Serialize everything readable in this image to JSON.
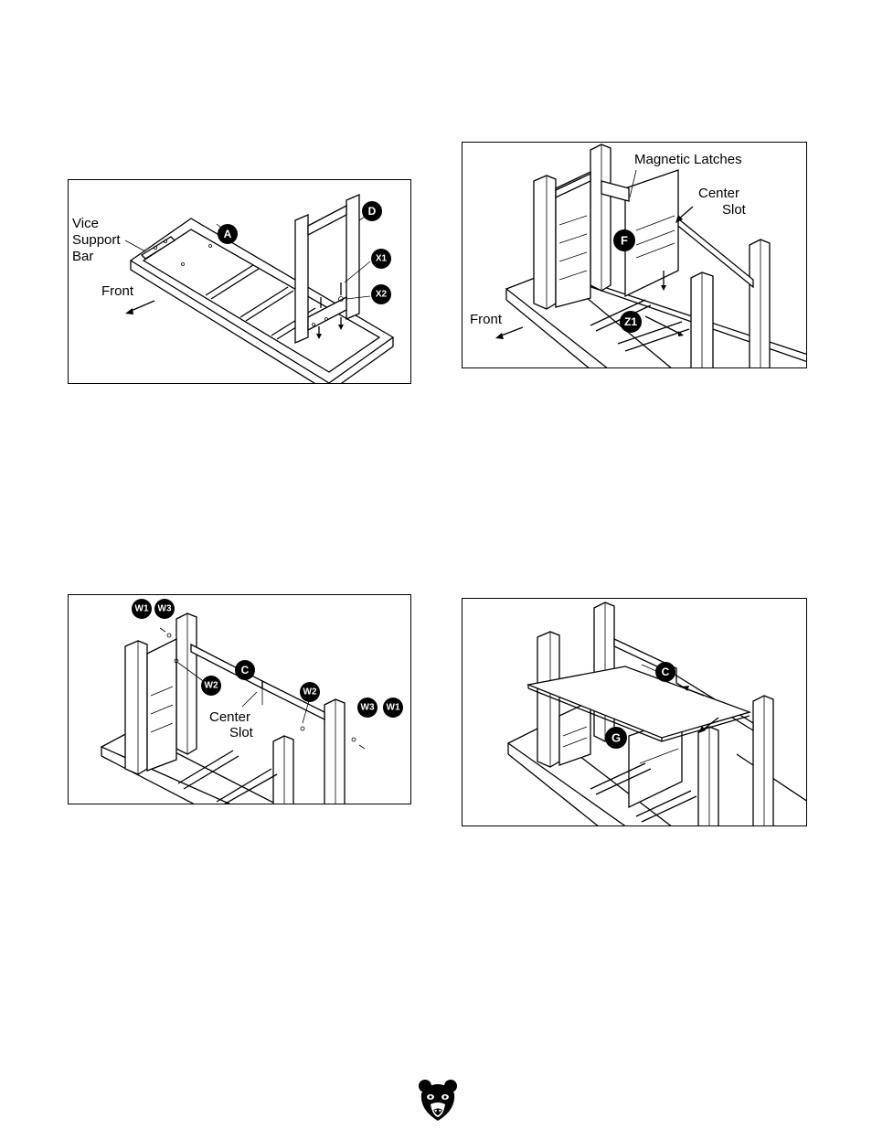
{
  "figures": [
    {
      "id": "fig1",
      "labels": {
        "vice_1": "Vice",
        "vice_2": "Support",
        "vice_3": "Bar",
        "front": "Front"
      },
      "callouts": [
        "A",
        "D",
        "X1",
        "X2"
      ]
    },
    {
      "id": "fig2",
      "labels": {
        "magnetic": "Magnetic Latches",
        "center_1": "Center",
        "center_2": "Slot",
        "front": "Front"
      },
      "callouts": [
        "F",
        "Z1"
      ]
    },
    {
      "id": "fig3",
      "labels": {
        "center_1": "Center",
        "center_2": "Slot"
      },
      "callouts": [
        "W1",
        "W3",
        "C",
        "W2",
        "W2",
        "W3",
        "W1"
      ]
    },
    {
      "id": "fig4",
      "labels": {},
      "callouts": [
        "C",
        "G"
      ]
    }
  ],
  "logo": {
    "icon": "bear-head-icon"
  }
}
